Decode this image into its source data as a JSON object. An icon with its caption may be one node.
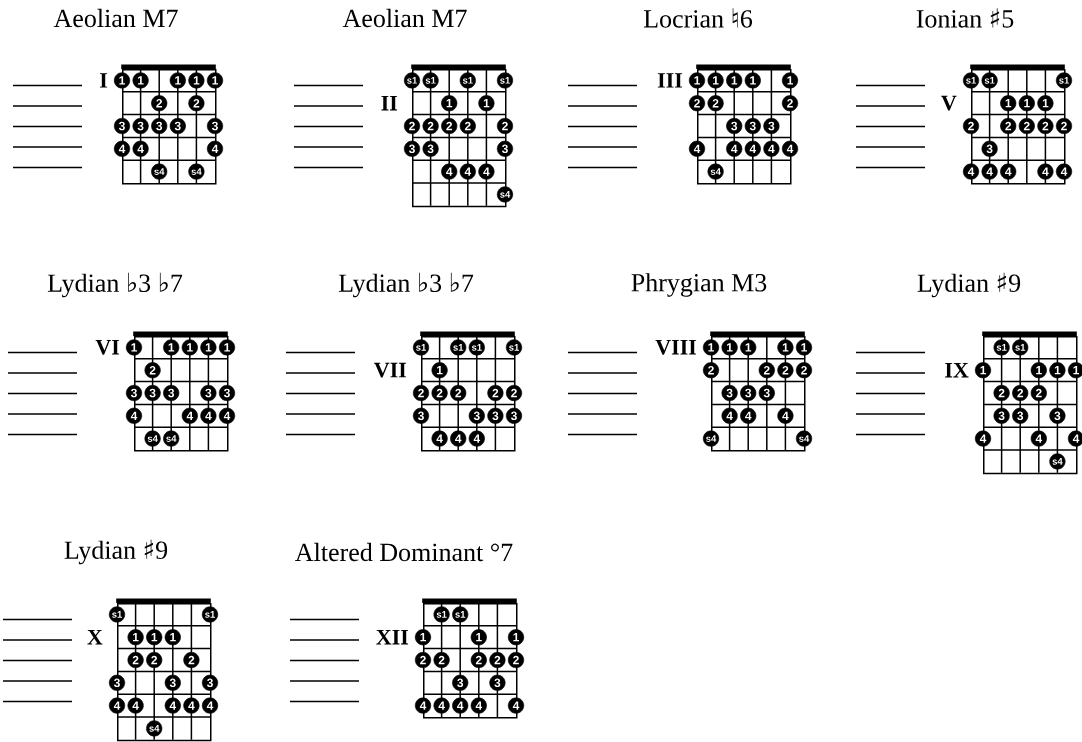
{
  "diagram": {
    "nodes": [
      {
        "text": [
          "Aeolian M7"
        ],
        "beside": [
          "I"
        ]
      },
      {
        "text": [
          "1"
        ],
        "in": 0
      },
      {
        "text": [
          "1"
        ],
        "in": 0
      },
      {
        "text": [
          "1"
        ],
        "in": 0
      },
      {
        "text": [
          "1"
        ],
        "in": 0
      },
      {
        "text": [
          "1"
        ],
        "in": 0
      },
      {
        "text": [
          "2"
        ],
        "in": 0
      },
      {
        "text": [
          "2"
        ],
        "in": 0
      },
      {
        "text": [
          "3"
        ],
        "in": 0
      },
      {
        "text": [
          "3"
        ],
        "in": 0
      },
      {
        "text": [
          "3"
        ],
        "in": 0
      },
      {
        "text": [
          "3"
        ],
        "in": 0
      },
      {
        "text": [
          "3"
        ],
        "in": 0
      },
      {
        "text": [
          "4"
        ],
        "in": 0
      },
      {
        "text": [
          "4"
        ],
        "in": 0
      },
      {
        "text": [
          "4"
        ],
        "in": 0
      },
      {
        "text": [
          "s4"
        ],
        "in": 0
      },
      {
        "text": [
          "s4"
        ],
        "in": 0
      },
      {
        "text": [
          "Aeolian M7"
        ],
        "beside": [
          "II"
        ]
      },
      {
        "text": [
          "s1"
        ],
        "in": 18
      },
      {
        "text": [
          "s1"
        ],
        "in": 18
      },
      {
        "text": [
          "s1"
        ],
        "in": 18
      },
      {
        "text": [
          "s1"
        ],
        "in": 18
      },
      {
        "text": [
          "1"
        ],
        "in": 18
      },
      {
        "text": [
          "1"
        ],
        "in": 18
      },
      {
        "text": [
          "2"
        ],
        "in": 18
      },
      {
        "text": [
          "2"
        ],
        "in": 18
      },
      {
        "text": [
          "2"
        ],
        "in": 18
      },
      {
        "text": [
          "2"
        ],
        "in": 18
      },
      {
        "text": [
          "2"
        ],
        "in": 18
      },
      {
        "text": [
          "3"
        ],
        "in": 18
      },
      {
        "text": [
          "3"
        ],
        "in": 18
      },
      {
        "text": [
          "3"
        ],
        "in": 18
      },
      {
        "text": [
          "4"
        ],
        "in": 18
      },
      {
        "text": [
          "4"
        ],
        "in": 18
      },
      {
        "text": [
          "4"
        ],
        "in": 18
      },
      {
        "text": [
          "s4"
        ],
        "in": 18
      },
      {
        "text": [
          "Locrian ♮6"
        ],
        "beside": [
          "III"
        ]
      },
      {
        "text": [
          "1"
        ],
        "in": 37
      },
      {
        "text": [
          "1"
        ],
        "in": 37
      },
      {
        "text": [
          "1"
        ],
        "in": 37
      },
      {
        "text": [
          "1"
        ],
        "in": 37
      },
      {
        "text": [
          "1"
        ],
        "in": 37
      },
      {
        "text": [
          "2"
        ],
        "in": 37
      },
      {
        "text": [
          "2"
        ],
        "in": 37
      },
      {
        "text": [
          "2"
        ],
        "in": 37
      },
      {
        "text": [
          "3"
        ],
        "in": 37
      },
      {
        "text": [
          "3"
        ],
        "in": 37
      },
      {
        "text": [
          "3"
        ],
        "in": 37
      },
      {
        "text": [
          "4"
        ],
        "in": 37
      },
      {
        "text": [
          "4"
        ],
        "in": 37
      },
      {
        "text": [
          "4"
        ],
        "in": 37
      },
      {
        "text": [
          "4"
        ],
        "in": 37
      },
      {
        "text": [
          "4"
        ],
        "in": 37
      },
      {
        "text": [
          "s4"
        ],
        "in": 37
      },
      {
        "text": [
          "Ionian ♯5"
        ],
        "beside": [
          "V"
        ]
      },
      {
        "text": [
          "s1"
        ],
        "in": 55
      },
      {
        "text": [
          "s1"
        ],
        "in": 55
      },
      {
        "text": [
          "s1"
        ],
        "in": 55
      },
      {
        "text": [
          "1"
        ],
        "in": 55
      },
      {
        "text": [
          "1"
        ],
        "in": 55
      },
      {
        "text": [
          "1"
        ],
        "in": 55
      },
      {
        "text": [
          "2"
        ],
        "in": 55
      },
      {
        "text": [
          "2"
        ],
        "in": 55
      },
      {
        "text": [
          "2"
        ],
        "in": 55
      },
      {
        "text": [
          "2"
        ],
        "in": 55
      },
      {
        "text": [
          "2"
        ],
        "in": 55
      },
      {
        "text": [
          "3"
        ],
        "in": 55
      },
      {
        "text": [
          "4"
        ],
        "in": 55
      },
      {
        "text": [
          "4"
        ],
        "in": 55
      },
      {
        "text": [
          "4"
        ],
        "in": 55
      },
      {
        "text": [
          "4"
        ],
        "in": 55
      },
      {
        "text": [
          "4"
        ],
        "in": 55
      },
      {
        "text": [
          "Lydian ♭3 ♭7"
        ],
        "beside": [
          "VI"
        ]
      },
      {
        "text": [
          "1"
        ],
        "in": 73
      },
      {
        "text": [
          "1"
        ],
        "in": 73
      },
      {
        "text": [
          "1"
        ],
        "in": 73
      },
      {
        "text": [
          "1"
        ],
        "in": 73
      },
      {
        "text": [
          "1"
        ],
        "in": 73
      },
      {
        "text": [
          "2"
        ],
        "in": 73
      },
      {
        "text": [
          "3"
        ],
        "in": 73
      },
      {
        "text": [
          "3"
        ],
        "in": 73
      },
      {
        "text": [
          "3"
        ],
        "in": 73
      },
      {
        "text": [
          "3"
        ],
        "in": 73
      },
      {
        "text": [
          "3"
        ],
        "in": 73
      },
      {
        "text": [
          "4"
        ],
        "in": 73
      },
      {
        "text": [
          "4"
        ],
        "in": 73
      },
      {
        "text": [
          "4"
        ],
        "in": 73
      },
      {
        "text": [
          "4"
        ],
        "in": 73
      },
      {
        "text": [
          "s4"
        ],
        "in": 73
      },
      {
        "text": [
          "s4"
        ],
        "in": 73
      },
      {
        "text": [
          "Lydian ♭3 ♭7"
        ],
        "beside": [
          "VII"
        ]
      },
      {
        "text": [
          "s1"
        ],
        "in": 91
      },
      {
        "text": [
          "s1"
        ],
        "in": 91
      },
      {
        "text": [
          "s1"
        ],
        "in": 91
      },
      {
        "text": [
          "s1"
        ],
        "in": 91
      },
      {
        "text": [
          "1"
        ],
        "in": 91
      },
      {
        "text": [
          "2"
        ],
        "in": 91
      },
      {
        "text": [
          "2"
        ],
        "in": 91
      },
      {
        "text": [
          "2"
        ],
        "in": 91
      },
      {
        "text": [
          "2"
        ],
        "in": 91
      },
      {
        "text": [
          "2"
        ],
        "in": 91
      },
      {
        "text": [
          "3"
        ],
        "in": 91
      },
      {
        "text": [
          "3"
        ],
        "in": 91
      },
      {
        "text": [
          "3"
        ],
        "in": 91
      },
      {
        "text": [
          "3"
        ],
        "in": 91
      },
      {
        "text": [
          "4"
        ],
        "in": 91
      },
      {
        "text": [
          "4"
        ],
        "in": 91
      },
      {
        "text": [
          "4"
        ],
        "in": 91
      },
      {
        "text": [
          "Phrygian M3"
        ],
        "beside": [
          "VIII"
        ]
      },
      {
        "text": [
          "1"
        ],
        "in": 109
      },
      {
        "text": [
          "1"
        ],
        "in": 109
      },
      {
        "text": [
          "1"
        ],
        "in": 109
      },
      {
        "text": [
          "1"
        ],
        "in": 109
      },
      {
        "text": [
          "1"
        ],
        "in": 109
      },
      {
        "text": [
          "2"
        ],
        "in": 109
      },
      {
        "text": [
          "2"
        ],
        "in": 109
      },
      {
        "text": [
          "2"
        ],
        "in": 109
      },
      {
        "text": [
          "2"
        ],
        "in": 109
      },
      {
        "text": [
          "3"
        ],
        "in": 109
      },
      {
        "text": [
          "3"
        ],
        "in": 109
      },
      {
        "text": [
          "3"
        ],
        "in": 109
      },
      {
        "text": [
          "4"
        ],
        "in": 109
      },
      {
        "text": [
          "4"
        ],
        "in": 109
      },
      {
        "text": [
          "4"
        ],
        "in": 109
      },
      {
        "text": [
          "s4"
        ],
        "in": 109
      },
      {
        "text": [
          "s4"
        ],
        "in": 109
      },
      {
        "text": [
          "Lydian ♯9"
        ],
        "beside": [
          "IX"
        ]
      },
      {
        "text": [
          "s1"
        ],
        "in": 127
      },
      {
        "text": [
          "s1"
        ],
        "in": 127
      },
      {
        "text": [
          "1"
        ],
        "in": 127
      },
      {
        "text": [
          "1"
        ],
        "in": 127
      },
      {
        "text": [
          "1"
        ],
        "in": 127
      },
      {
        "text": [
          "1"
        ],
        "in": 127
      },
      {
        "text": [
          "2"
        ],
        "in": 127
      },
      {
        "text": [
          "2"
        ],
        "in": 127
      },
      {
        "text": [
          "2"
        ],
        "in": 127
      },
      {
        "text": [
          "3"
        ],
        "in": 127
      },
      {
        "text": [
          "3"
        ],
        "in": 127
      },
      {
        "text": [
          "3"
        ],
        "in": 127
      },
      {
        "text": [
          "4"
        ],
        "in": 127
      },
      {
        "text": [
          "4"
        ],
        "in": 127
      },
      {
        "text": [
          "4"
        ],
        "in": 127
      },
      {
        "text": [
          "s4"
        ],
        "in": 127
      },
      {
        "text": [
          "Lydian ♯9"
        ],
        "beside": [
          "X"
        ]
      },
      {
        "text": [
          "s1"
        ],
        "in": 144
      },
      {
        "text": [
          "s1"
        ],
        "in": 144
      },
      {
        "text": [
          "1"
        ],
        "in": 144
      },
      {
        "text": [
          "1"
        ],
        "in": 144
      },
      {
        "text": [
          "1"
        ],
        "in": 144
      },
      {
        "text": [
          "2"
        ],
        "in": 144
      },
      {
        "text": [
          "2"
        ],
        "in": 144
      },
      {
        "text": [
          "2"
        ],
        "in": 144
      },
      {
        "text": [
          "3"
        ],
        "in": 144
      },
      {
        "text": [
          "3"
        ],
        "in": 144
      },
      {
        "text": [
          "3"
        ],
        "in": 144
      },
      {
        "text": [
          "4"
        ],
        "in": 144
      },
      {
        "text": [
          "4"
        ],
        "in": 144
      },
      {
        "text": [
          "4"
        ],
        "in": 144
      },
      {
        "text": [
          "4"
        ],
        "in": 144
      },
      {
        "text": [
          "4"
        ],
        "in": 144
      },
      {
        "text": [
          "s4"
        ],
        "in": 144
      },
      {
        "text": [
          "Altered Dominant °7"
        ],
        "beside": [
          "XII"
        ]
      },
      {
        "text": [
          "s1"
        ],
        "in": 162
      },
      {
        "text": [
          "s1"
        ],
        "in": 162
      },
      {
        "text": [
          "1"
        ],
        "in": 162
      },
      {
        "text": [
          "1"
        ],
        "in": 162
      },
      {
        "text": [
          "1"
        ],
        "in": 162
      },
      {
        "text": [
          "2"
        ],
        "in": 162
      },
      {
        "text": [
          "2"
        ],
        "in": 162
      },
      {
        "text": [
          "2"
        ],
        "in": 162
      },
      {
        "text": [
          "2"
        ],
        "in": 162
      },
      {
        "text": [
          "2"
        ],
        "in": 162
      },
      {
        "text": [
          "3"
        ],
        "in": 162
      },
      {
        "text": [
          "3"
        ],
        "in": 162
      },
      {
        "text": [
          "4"
        ],
        "in": 162
      },
      {
        "text": [
          "4"
        ],
        "in": 162
      },
      {
        "text": [
          "4"
        ],
        "in": 162
      },
      {
        "text": [
          "4"
        ],
        "in": 162
      },
      {
        "text": [
          "4"
        ],
        "in": 162
      }
    ]
  }
}
